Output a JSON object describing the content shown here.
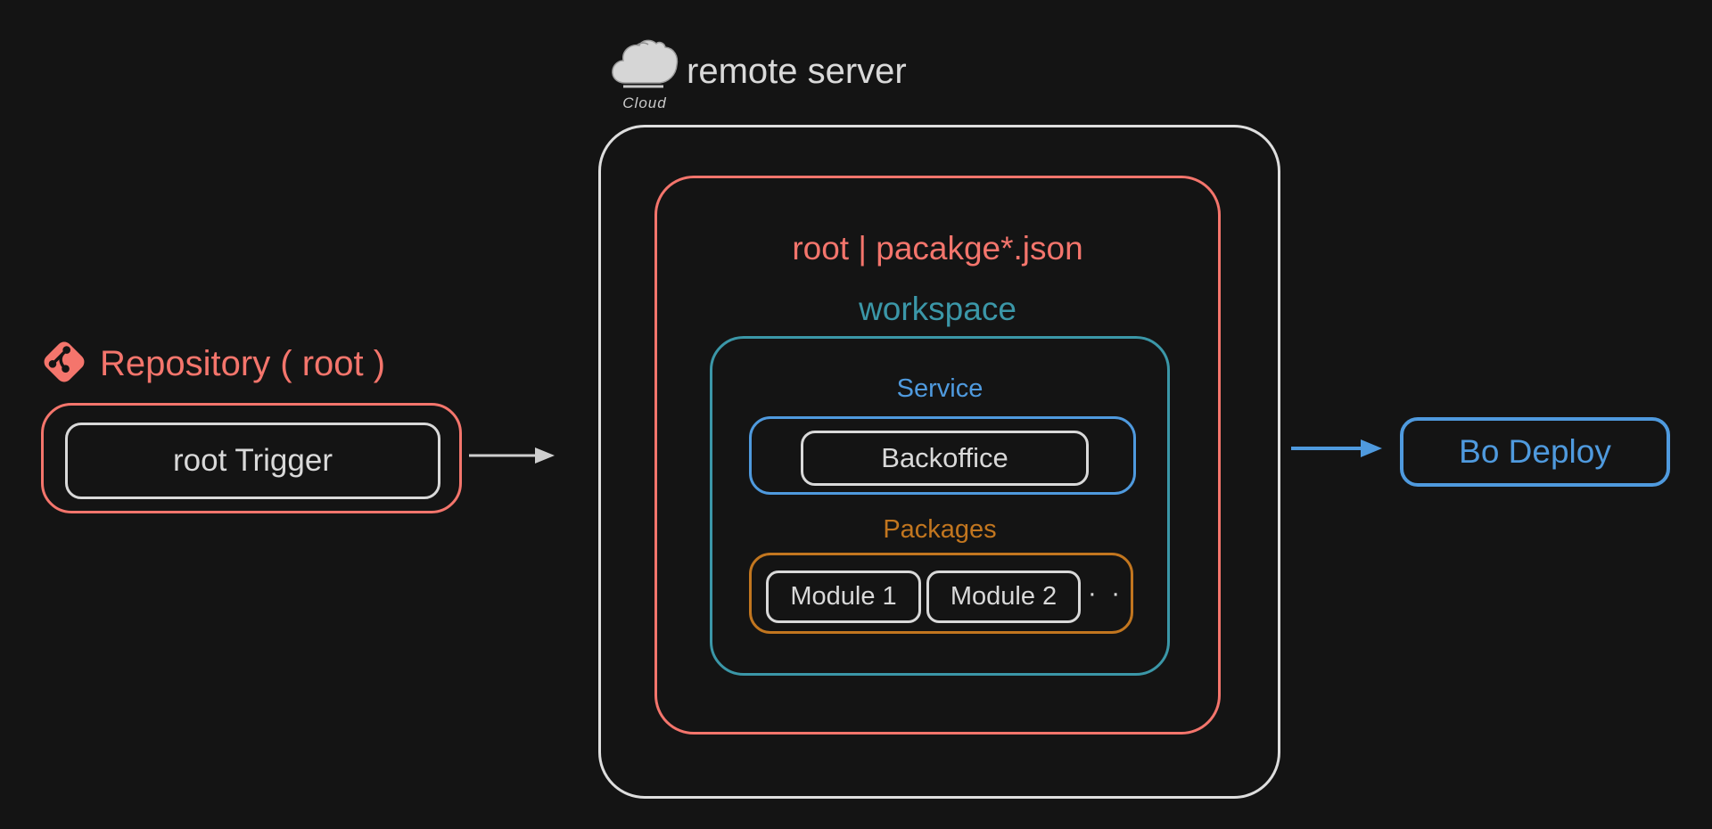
{
  "header": {
    "label": "remote server",
    "cloud_caption": "Cloud"
  },
  "repository": {
    "title": "Repository ( root )",
    "trigger": "root Trigger"
  },
  "server": {
    "package_title": "root | pacakge*.json",
    "workspace_label": "workspace",
    "service": {
      "label": "Service",
      "app": "Backoffice"
    },
    "packages": {
      "label": "Packages",
      "modules": [
        "Module 1",
        "Module 2"
      ],
      "more": "· ·"
    }
  },
  "deploy": {
    "label": "Bo Deploy"
  },
  "colors": {
    "background": "#141414",
    "salmon": "#f4756c",
    "teal": "#3b97a8",
    "blue": "#4f9ade",
    "orange": "#c2761f",
    "light": "#d9d9d9"
  }
}
